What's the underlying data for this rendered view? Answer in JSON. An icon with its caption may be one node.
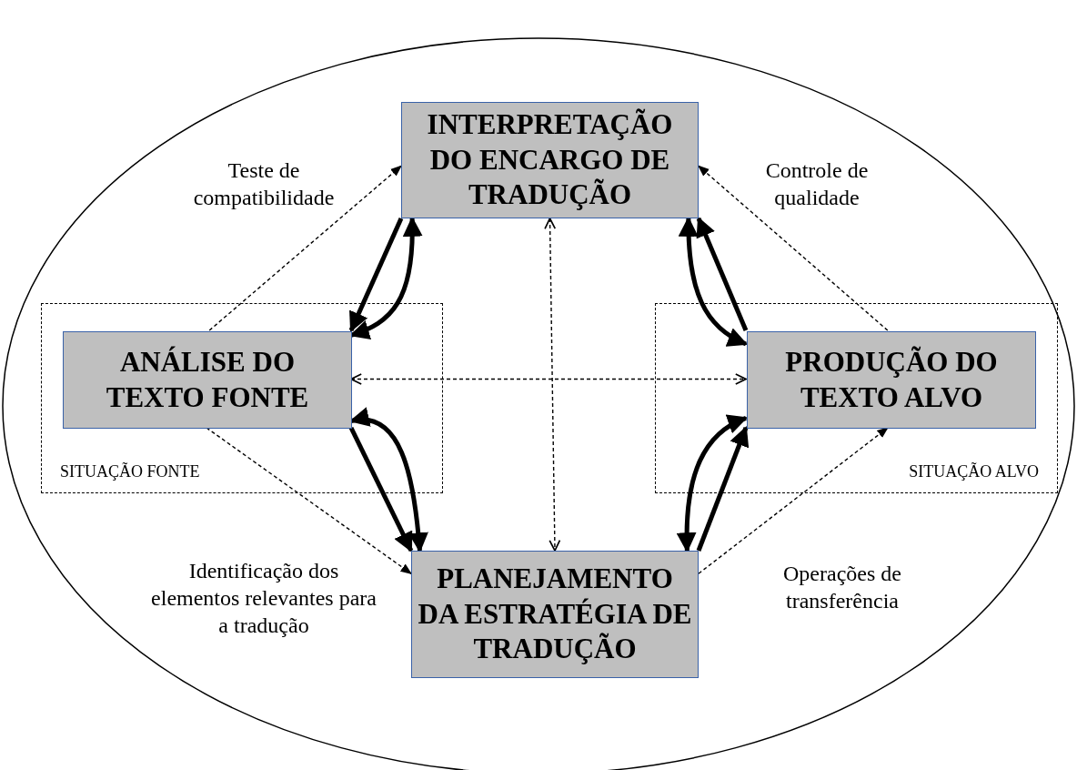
{
  "diagram": {
    "nodes": [
      {
        "text": [
          "SITUAÇÃO FONTE"
        ]
      },
      {
        "text": [
          "ANÁLISE DO TEXTO FONTE"
        ],
        "in": 0
      },
      {
        "text": [
          "INTERPRETAÇÃO DO ENCARGO DE TRADUÇÃO"
        ]
      },
      {
        "text": [
          "SITUAÇÃO ALVO"
        ]
      },
      {
        "text": [
          "PRODUÇÃO DO TEXTO ALVO"
        ],
        "in": 3
      },
      {
        "text": [
          "PLANEJAMENTO DA ESTRATÉGIA DE TRADUÇÃO"
        ]
      }
    ],
    "edges": [
      {
        "from": 2,
        "to": 1,
        "arrow": "to"
      },
      {
        "from": 1,
        "to": 2,
        "arrow": "both"
      },
      {
        "from": 1,
        "to": 2,
        "arrow": "to",
        "label": "Teste de compatibilidade",
        "style": "dashed"
      },
      {
        "from": 4,
        "to": 2,
        "arrow": "to",
        "label": "Controle de qualidade",
        "style": "dashed"
      },
      {
        "from": 2,
        "to": 5,
        "arrow": "both",
        "style": "dashed"
      },
      {
        "from": 1,
        "to": 4,
        "arrow": "both",
        "style": "dashed"
      },
      {
        "from": 4,
        "to": 2,
        "arrow": "to"
      },
      {
        "from": 2,
        "to": 4,
        "arrow": "both"
      },
      {
        "from": 1,
        "to": 5,
        "arrow": "to"
      },
      {
        "from": 1,
        "to": 5,
        "arrow": "both"
      },
      {
        "from": 5,
        "to": 4,
        "arrow": "to"
      },
      {
        "from": 5,
        "to": 4,
        "arrow": "both"
      },
      {
        "from": 1,
        "to": 5,
        "arrow": "to",
        "label": "Identificação dos elementos relevantes para a tradução",
        "style": "dashed"
      },
      {
        "from": 5,
        "to": 4,
        "arrow": "to",
        "label": "Operações de transferência",
        "style": "dashed"
      }
    ]
  }
}
